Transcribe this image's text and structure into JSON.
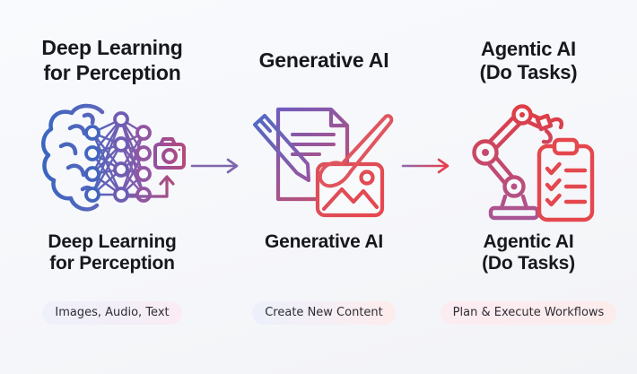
{
  "diagram": {
    "stages": [
      {
        "top_title_line1": "Deep Learning",
        "top_title_line2": "for Perception",
        "bottom_title_line1": "Deep Learning",
        "bottom_title_line2": "for Perception",
        "pill_label": "Images, Audio, Text",
        "icon": "brain-neural-network-camera-icon"
      },
      {
        "top_title_line1": "Generative AI",
        "top_title_line2": "",
        "bottom_title_line1": "Generative AI",
        "bottom_title_line2": "",
        "pill_label": "Create New Content",
        "icon": "document-pen-paintbrush-image-icon"
      },
      {
        "top_title_line1": "Agentic AI",
        "top_title_line2": "(Do Tasks)",
        "bottom_title_line1": "Agentic AI",
        "bottom_title_line2": "(Do Tasks)",
        "pill_label": "Plan & Execute Workflows",
        "icon": "robot-arm-checklist-icon"
      }
    ],
    "colors": {
      "gradient_blue": "#3e6cc4",
      "gradient_purple": "#8a58a8",
      "gradient_red": "#e8424a",
      "title_text": "#17181d",
      "pill_text": "#2d2d33",
      "arrow_1": "#7e66ae",
      "background": "#f7f9fc"
    }
  }
}
